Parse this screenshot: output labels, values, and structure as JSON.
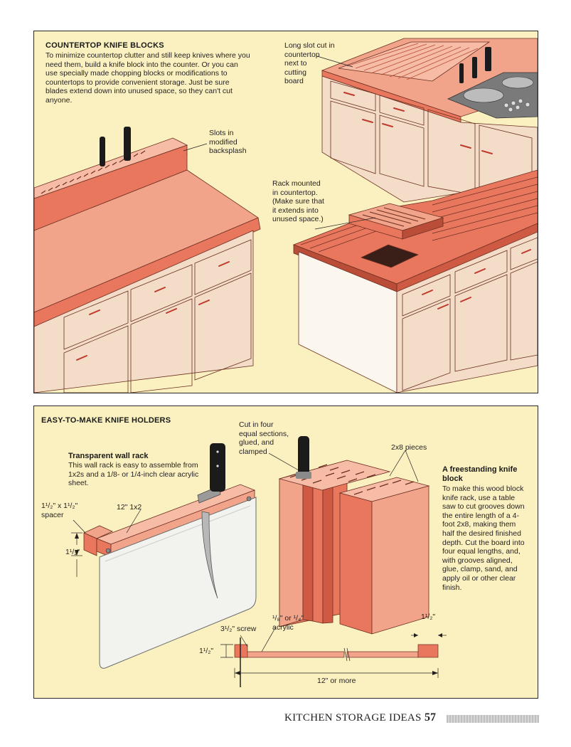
{
  "section1": {
    "heading": "COUNTERTOP KNIFE BLOCKS",
    "body": "To minimize countertop clutter and still keep knives where you need them, build a knife block into the counter. Or you can use specially made chopping blocks or modifications to countertops to provide convenient storage. Just be sure blades extend down into unused space, so they can't cut anyone.",
    "callouts": {
      "long_slot": "Long slot cut in\ncountertop\nnext to\ncutting\nboard",
      "slots_backsplash": "Slots in\nmodified\nbacksplash",
      "rack_mounted": "Rack mounted\nin countertop.\n(Make sure that\nit extends into\nunused space.)"
    }
  },
  "section2": {
    "heading": "EASY-TO-MAKE KNIFE HOLDERS",
    "wall_rack": {
      "title": "Transparent wall rack",
      "body": "This wall rack is easy to assemble from 1x2s and a 1/8- or 1/4-inch clear acrylic sheet."
    },
    "freestanding": {
      "title": "A freestanding knife block",
      "body": "To make this wood block knife rack, use a table saw to cut grooves down the entire length of a 4-foot 2x8, making them half the desired finished depth. Cut the board into four equal lengths, and, with grooves aligned, glue, clamp, sand, and apply oil or other clear finish."
    },
    "callouts": {
      "cut_four": "Cut in four\nequal sections,\nglued, and\nclamped",
      "pieces": "2x8 pieces",
      "spacer": "1¹/₂\" x 1¹/₂\"\nspacer",
      "one_by_two": "12\" 1x2",
      "dim_left": "1¹/₂\"",
      "screw": "3¹/₂\" screw",
      "acrylic": "¹/₈\" or ¹/₄\"\nacrylic",
      "dim_right": "1¹/₂\"",
      "dim_bottom_left": "1¹/₂\"",
      "length": "12\" or more"
    }
  },
  "footer": {
    "title": "KITCHEN STORAGE IDEAS",
    "page_number": "57"
  },
  "colors": {
    "panel_bg": "#fbf1c0",
    "wood": "#e8775e",
    "wood_dark": "#b94d38",
    "cabinet": "#f3ddc8",
    "counter": "#f2a48a"
  }
}
